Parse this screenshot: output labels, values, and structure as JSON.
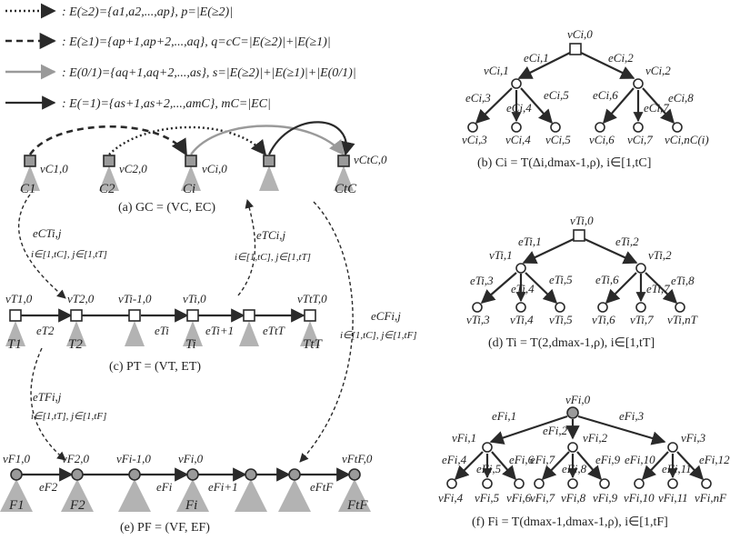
{
  "legend": [
    {
      "style": "dotted",
      "text": ": E(≥2)={a1,a2,...,ap}, p=|E(≥2)|"
    },
    {
      "style": "dashed",
      "text": ": E(≥1)={ap+1,ap+2,...,aq}, q=cC=|E(≥2)|+|E(≥1)|"
    },
    {
      "style": "gray",
      "text": ": E(0/1)={aq+1,aq+2,...,as}, s=|E(≥2)|+|E(≥1)|+|E(0/1)|"
    },
    {
      "style": "solid",
      "text": ": E(=1)={as+1,as+2,...,amC}, mC=|EC|"
    }
  ],
  "panel_a": {
    "caption": "(a) GC = (VC, EC)",
    "nodes": [
      "vC1,0",
      "vC2,0",
      "vCi,0",
      "",
      "vCtC,0"
    ],
    "trees": [
      "C1",
      "C2",
      "Ci",
      "",
      "CtC"
    ]
  },
  "panel_c": {
    "caption": "(c) PT = (VT, ET)",
    "nodes": [
      "vT1,0",
      "vT2,0",
      "vTi-1,0",
      "vTi,0",
      "",
      "vTtT,0"
    ],
    "edges": [
      "eT2",
      "eTi",
      "eTi+1",
      "eTtT"
    ],
    "trees": [
      "T1",
      "T2",
      "Ti",
      "TtT"
    ]
  },
  "panel_e": {
    "caption": "(e) PF = (VF, EF)",
    "nodes": [
      "vF1,0",
      "vF2,0",
      "vFi-1,0",
      "vFi,0",
      "vFtF,0"
    ],
    "edges": [
      "eF2",
      "eFi",
      "eFi+1",
      "eFtF"
    ],
    "trees": [
      "F1",
      "F2",
      "Fi",
      "FtF"
    ]
  },
  "cross_edges": [
    {
      "label": "eCTi,j",
      "range": "i∈[1,tC], j∈[1,tT]"
    },
    {
      "label": "eTCi,j",
      "range": "i∈[1,tC], j∈[1,tT]"
    },
    {
      "label": "eCFi,j",
      "range": "i∈[1,tC], j∈[1,tF]"
    },
    {
      "label": "eTFi,j",
      "range": "i∈[1,tT], j∈[1,tF]"
    }
  ],
  "panel_b": {
    "caption": "(b) Ci = T(Δi,dmax-1,ρ), i∈[1,tC]",
    "root": "vCi,0",
    "level1": [
      "vCi,1",
      "vCi,2"
    ],
    "edges1": [
      "eCi,1",
      "eCi,2"
    ],
    "edges2": [
      "eCi,3",
      "eCi,4",
      "eCi,5",
      "eCi,6",
      "eCi,7",
      "eCi,8"
    ],
    "leaves": [
      "vCi,3",
      "vCi,4",
      "vCi,5",
      "vCi,6",
      "vCi,7",
      "vCi,nC(i)"
    ]
  },
  "panel_d": {
    "caption": "(d) Ti = T(2,dmax-1,ρ), i∈[1,tT]",
    "root": "vTi,0",
    "level1": [
      "vTi,1",
      "vTi,2"
    ],
    "edges1": [
      "eTi,1",
      "eTi,2"
    ],
    "edges2": [
      "eTi,3",
      "eTi,4",
      "eTi,5",
      "eTi,6",
      "eTi,7",
      "eTi,8"
    ],
    "leaves": [
      "vTi,3",
      "vTi,4",
      "vTi,5",
      "vTi,6",
      "vTi,7",
      "vTi,nT"
    ]
  },
  "panel_f": {
    "caption": "(f) Fi = T(dmax-1,dmax-1,ρ), i∈[1,tF]",
    "root": "vFi,0",
    "level1": [
      "vFi,1",
      "vFi,2",
      "vFi,3"
    ],
    "edges1": [
      "eFi,1",
      "eFi,2",
      "eFi,3"
    ],
    "edges2": [
      "eFi,4",
      "eFi,5",
      "eFi,6",
      "eFi,7",
      "eFi,8",
      "eFi,9",
      "eFi,10",
      "eFi,11",
      "eFi,12"
    ],
    "leaves": [
      "vFi,4",
      "vFi,5",
      "vFi,6",
      "vFi,7",
      "vFi,8",
      "vFi,9",
      "vFi,10",
      "vFi,11",
      "vFi,nF"
    ]
  }
}
